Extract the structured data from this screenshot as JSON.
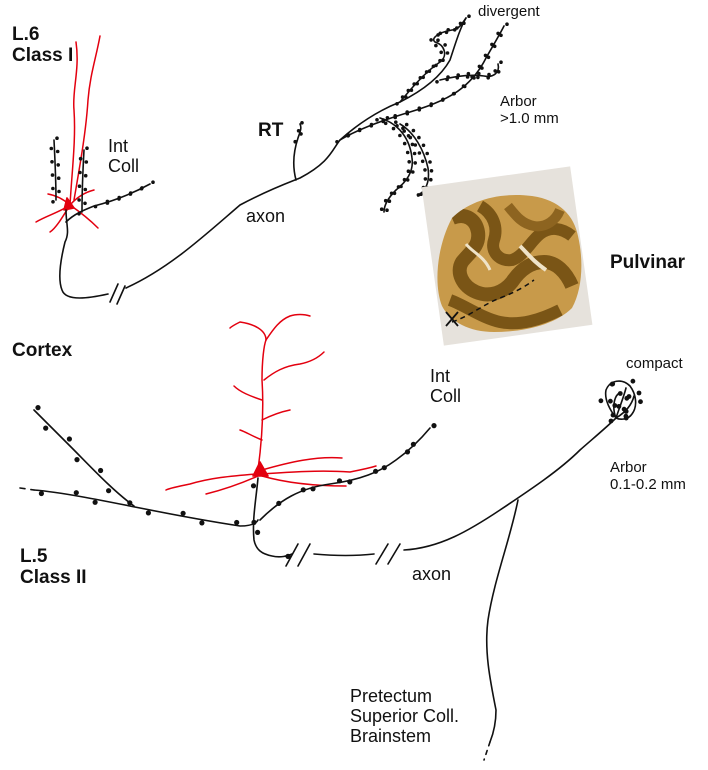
{
  "colors": {
    "ink": "#111111",
    "soma": "#e3000f",
    "brain_tissue_dark": "#7a5516",
    "brain_tissue_light": "#c89a4a",
    "slide_background": "#e6e2dc"
  },
  "labels": {
    "l6_class_line1": "L.6",
    "l6_class_line2": "Class I",
    "l6_int_coll_line1": "Int",
    "l6_int_coll_line2": "Coll",
    "rt": "RT",
    "divergent": "divergent",
    "arbor_l6_line1": "Arbor",
    "arbor_l6_line2": ">1.0 mm",
    "axon_upper": "axon",
    "pulvinar": "Pulvinar",
    "cortex": "Cortex",
    "l5_int_coll_line1": "Int",
    "l5_int_coll_line2": "Coll",
    "compact": "compact",
    "arbor_l5_line1": "Arbor",
    "arbor_l5_line2": "0.1-0.2 mm",
    "l5_class_line1": "L.5",
    "l5_class_line2": "Class II",
    "axon_lower": "axon",
    "targets_line1": "Pretectum",
    "targets_line2": "Superior Coll.",
    "targets_line3": "Brainstem"
  },
  "photo": {
    "icon": "pulvinar-brain-section-photo"
  }
}
